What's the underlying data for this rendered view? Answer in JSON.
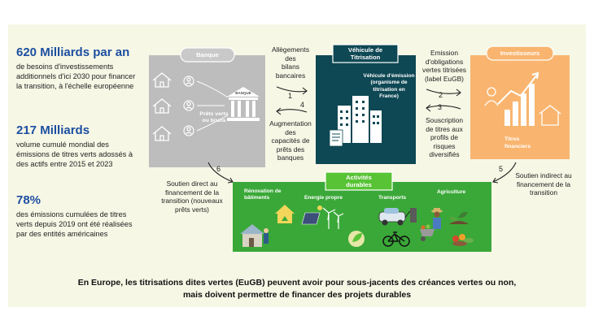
{
  "stats": [
    {
      "value": "620 Milliards par an",
      "text": [
        "de besoins d'investissements",
        "additionnels d'ici 2030 pour financer",
        "la transition, à l'échelle européenne"
      ]
    },
    {
      "value": "217 Milliards",
      "text": [
        "volume cumulé mondial des",
        "émissions de titres verts adossés à",
        "des actifs entre 2015 et 2023"
      ]
    },
    {
      "value": "78%",
      "text": [
        "des émissions cumulées de titres",
        "verts depuis 2019 ont été réalisées",
        "par des entités américaines"
      ]
    }
  ],
  "banque": {
    "header": "Banque",
    "loans_label": [
      "Prêts verts",
      "ou bruns"
    ],
    "building_label": "BANQUE"
  },
  "vehicule": {
    "header": [
      "Véhicule de",
      "Titrisation"
    ],
    "desc": [
      "Véhicule d'émission",
      "(organisme de",
      "titrisation en",
      "France)"
    ]
  },
  "investisseurs": {
    "header": "Investisseurs",
    "titres": [
      "Titres",
      "financiers"
    ]
  },
  "flows": [
    {
      "num": "1",
      "label": [
        "Allègements",
        "des",
        "bilans",
        "bancaires"
      ]
    },
    {
      "num": "4",
      "label": [
        "Augmentation",
        "des",
        "capacités de",
        "prêts des",
        "banques"
      ]
    },
    {
      "num": "2",
      "label": [
        "Emission",
        "d'obligations",
        "vertes titrisées",
        "(label EuGB)"
      ]
    },
    {
      "num": "3",
      "label": [
        "Souscription",
        "de titres aux",
        "profils de",
        "risques",
        "diversifiés"
      ]
    },
    {
      "num": "6",
      "label": [
        "Soutien direct au",
        "financement de la",
        "transition (nouveaux",
        "prêts verts)"
      ]
    },
    {
      "num": "5",
      "label": [
        "Soutien indirect au",
        "financement de la",
        "transition"
      ]
    }
  ],
  "activites": {
    "header": [
      "Activités",
      "durables"
    ],
    "sectors": [
      [
        "Rénovation de",
        "bâtiments"
      ],
      [
        "Energie propre"
      ],
      [
        "Transports"
      ],
      [
        "Agriculture"
      ]
    ]
  },
  "footer": [
    "En Europe, les titrisations dites vertes (EuGB) peuvent avoir pour sous-jacents des créances vertes ou non,",
    "mais doivent permettre de financer des projets durables"
  ],
  "colors": {
    "banque": "#bdbdbd",
    "vehicule": "#0e4854",
    "investisseurs": "#f9b56f",
    "activites": "#3aa838",
    "header_green": "#58c335",
    "stat_blue": "#1c4fa0",
    "panel": "#f7f7e6"
  }
}
